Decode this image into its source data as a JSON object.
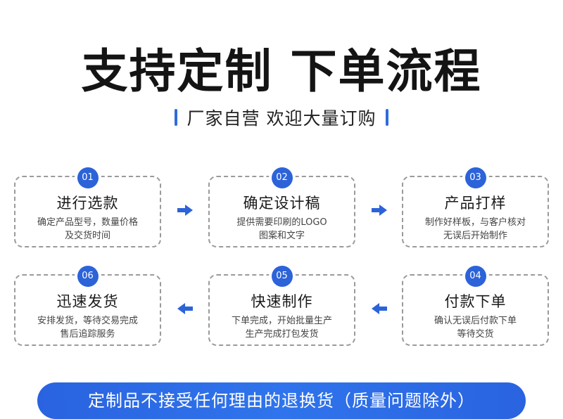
{
  "title": "支持定制 下单流程",
  "subtitle": "厂家自营 欢迎大量订购",
  "steps": [
    {
      "num": "01",
      "name": "进行选款",
      "line1": "确定产品型号，数量价格",
      "line2": "及交货时间"
    },
    {
      "num": "02",
      "name": "确定设计稿",
      "line1": "提供需要印刷的LOGO",
      "line2": "图案和文字"
    },
    {
      "num": "03",
      "name": "产品打样",
      "line1": "制作好样板，与客户核对",
      "line2": "无误后开始制作"
    },
    {
      "num": "04",
      "name": "付款下单",
      "line1": "确认无误后付款下单",
      "line2": "等待交货"
    },
    {
      "num": "05",
      "name": "快速制作",
      "line1": "下单完成，开始批量生产",
      "line2": "生产完成打包发货"
    },
    {
      "num": "06",
      "name": "迅速发货",
      "line1": "安排发货，等待交易完成",
      "line2": "售后追踪服务"
    }
  ],
  "arrows": [
    "arrow-right-icon",
    "arrow-right-icon",
    "arrow-left-icon",
    "arrow-left-icon"
  ],
  "notice": "定制品不接受任何理由的退换货（质量问题除外）",
  "colors": {
    "accent": "#2c63d9",
    "border": "#9a9a9a",
    "text": "#1a1a1a"
  }
}
